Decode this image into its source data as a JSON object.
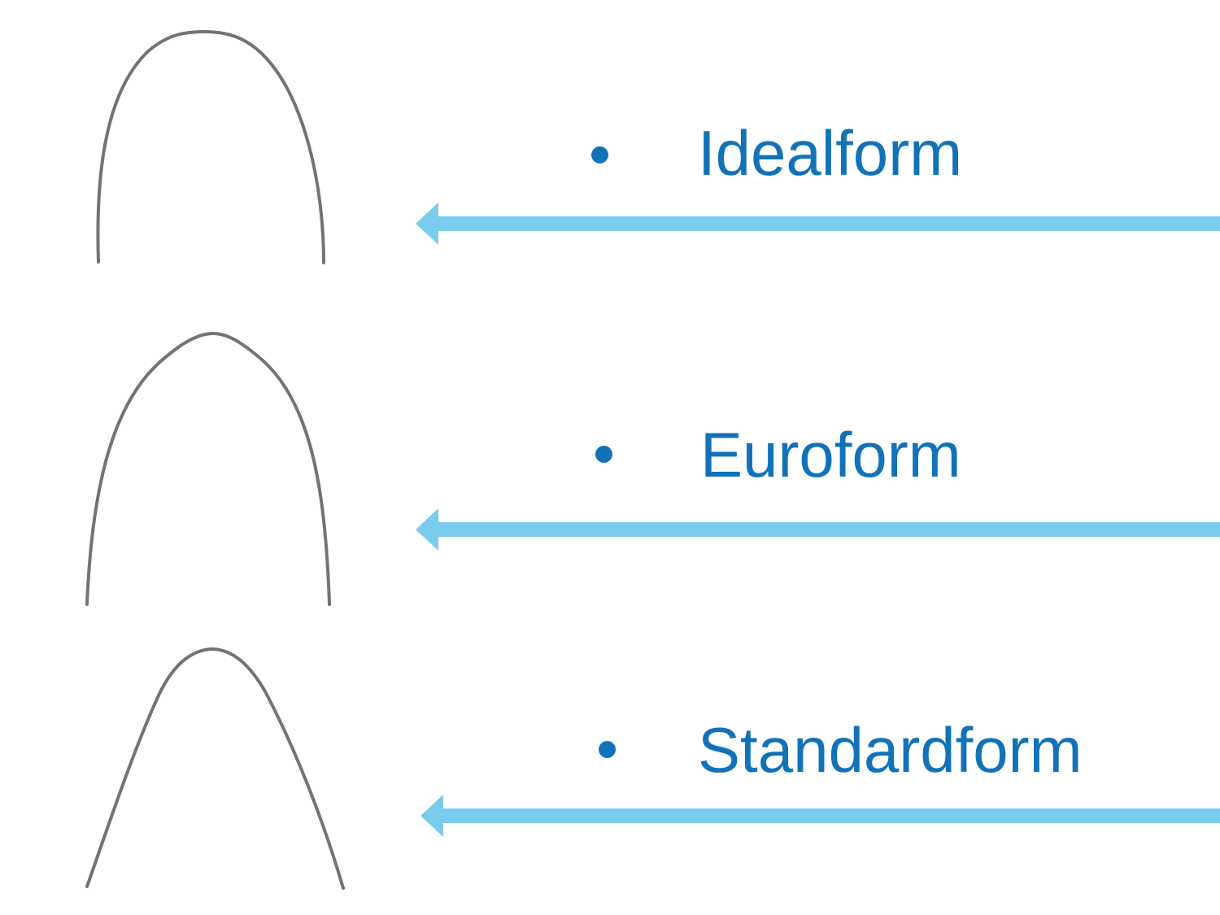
{
  "slide": {
    "description": "Three orthodontic archwire form drawings, each labeled with a bullet item and a left-pointing arrow",
    "items": [
      {
        "label": "Idealform",
        "icon": "archwire-idealform-icon",
        "arrow": "left-arrow"
      },
      {
        "label": "Euroform",
        "icon": "archwire-euroform-icon",
        "arrow": "left-arrow"
      },
      {
        "label": "Standardform",
        "icon": "archwire-standardform-icon",
        "arrow": "left-arrow"
      }
    ]
  },
  "colors": {
    "background": "#ffffff",
    "label_blue": "#1272B8",
    "arrow_blue": "#79CCEE",
    "wire_gray": "#5f6062"
  }
}
